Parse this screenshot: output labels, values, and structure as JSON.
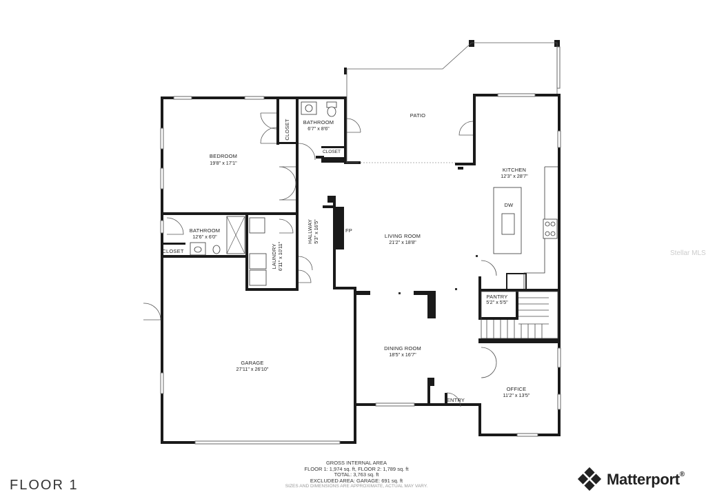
{
  "floor_label": "FLOOR 1",
  "brand": {
    "name": "Matterport",
    "trademark": "®"
  },
  "watermark": "Stellar MLS",
  "rooms": {
    "patio": {
      "name": "PATIO"
    },
    "bedroom": {
      "name": "BEDROOM",
      "dims": "19'8\" x 17'1\""
    },
    "closet_bedroom": {
      "name": "CLOSET"
    },
    "bathroom_upper": {
      "name": "BATHROOM",
      "dims": "6'7\" x 8'6\""
    },
    "closet_small": {
      "name": "CLOSET"
    },
    "kitchen": {
      "name": "KITCHEN",
      "dims": "12'3\" x 28'7\""
    },
    "dw": {
      "name": "DW"
    },
    "fp": {
      "name": "FP"
    },
    "living_room": {
      "name": "LIVING ROOM",
      "dims": "21'2\" x 18'8\""
    },
    "hallway": {
      "name": "HALLWAY",
      "dims": "5'3\" x 16'5\""
    },
    "laundry": {
      "name": "LAUNDRY",
      "dims": "6'11\" x 10'11\""
    },
    "bathroom_lower": {
      "name": "BATHROOM",
      "dims": "12'6\" x 6'0\""
    },
    "closet_lower": {
      "name": "CLOSET"
    },
    "pantry": {
      "name": "PANTRY",
      "dims": "5'2\" x 5'5\""
    },
    "garage": {
      "name": "GARAGE",
      "dims": "27'11\" x 26'10\""
    },
    "dining_room": {
      "name": "DINING ROOM",
      "dims": "18'5\" x 16'7\""
    },
    "office": {
      "name": "OFFICE",
      "dims": "11'2\" x 13'5\""
    },
    "entry": {
      "name": "ENTRY"
    }
  },
  "area_summary": {
    "title": "GROSS INTERNAL AREA",
    "line1": "FLOOR 1: 1,974 sq. ft, FLOOR 2: 1,789 sq. ft",
    "line2": "TOTAL: 3,763 sq. ft",
    "line3": "EXCLUDED AREA: GARAGE: 691 sq. ft",
    "disclaimer": "SIZES AND DIMENSIONS ARE APPROXIMATE, ACTUAL MAY VARY."
  }
}
